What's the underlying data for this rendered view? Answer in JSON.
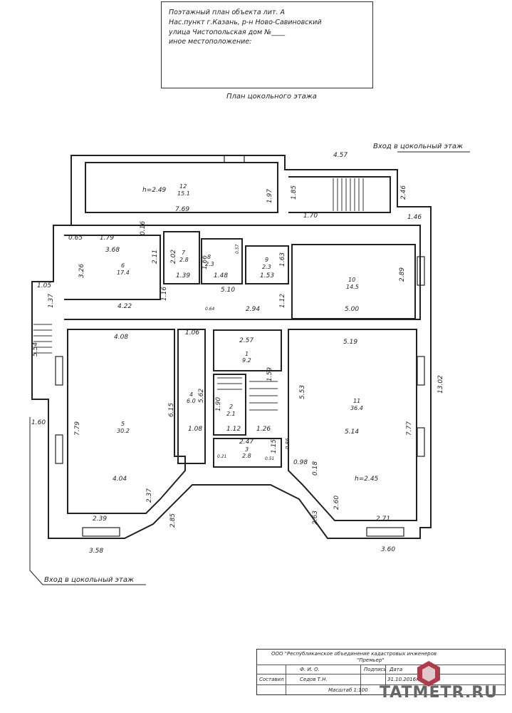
{
  "stamp": {
    "line1": "Поэтажный план объекта лит. А",
    "line2": "Нас.пункт г.Казань, р-н Ново-Савиновский",
    "line3": "улица Чистопольская       дом №____",
    "line4": "иное местоположение:"
  },
  "plan_title": "План цокольного этажа",
  "entrance_top": "Вход в цокольный этаж",
  "entrance_bottom": "Вход в цокольный этаж",
  "heights": {
    "h_top": "h=2.49",
    "h_right": "h=2.45"
  },
  "rooms": {
    "r12": {
      "num": "12",
      "area": "15.1"
    },
    "r6": {
      "num": "6",
      "area": "17.4"
    },
    "r7": {
      "num": "7",
      "area": "2.8"
    },
    "r8": {
      "num": "8",
      "area": "2.3"
    },
    "r9": {
      "num": "9",
      "area": "2.3"
    },
    "r10": {
      "num": "10",
      "area": "14.5"
    },
    "r1": {
      "num": "1",
      "area": "9.2"
    },
    "r2": {
      "num": "2",
      "area": "2.1"
    },
    "r3": {
      "num": "3",
      "area": "2.8"
    },
    "r4": {
      "num": "4",
      "area": "6.0"
    },
    "r5": {
      "num": "5",
      "area": "30.2"
    },
    "r11": {
      "num": "11",
      "area": "36.4"
    }
  },
  "dims": {
    "d457": "4.57",
    "d197": "1.97",
    "d185": "1.85",
    "d246": "2.46",
    "d769": "7.69",
    "d170": "1.70",
    "d146": "1.46",
    "d065": "0.65",
    "d179": "1.79",
    "d016": "0.16",
    "d368": "3.68",
    "d211": "2.11",
    "d202": "2.02",
    "d166": "1.66",
    "d057": "0.57",
    "d163": "1.63",
    "d326": "3.26",
    "d139": "1.39",
    "d148": "1.48",
    "d153": "1.53",
    "d289": "2.89",
    "d105": "1.05",
    "d137": "1.37",
    "d510": "5.10",
    "d116": "1.16",
    "d422": "4.22",
    "d294": "2.94",
    "d112a": "1.12",
    "d500": "5.00",
    "d106": "1.06",
    "d257": "2.57",
    "d408": "4.08",
    "d519": "5.19",
    "d554": "5.54",
    "d159": "1.59",
    "d1302": "13.02",
    "d562": "5.62",
    "d553": "5.53",
    "d190": "1.90",
    "d779": "7.79",
    "d615": "6.15",
    "d777": "7.77",
    "d160": "1.60",
    "d108": "1.08",
    "d112b": "1.12",
    "d126": "1.26",
    "d514": "5.14",
    "d247": "2.47",
    "d115": "1.15",
    "d086": "0.86",
    "d098": "0.98",
    "d018": "0.18",
    "d404": "4.04",
    "d237": "2.37",
    "d260": "2.60",
    "d285": "2.85",
    "d263": "2.63",
    "d239": "2.39",
    "d271": "2.71",
    "d358": "3.58",
    "d360": "3.60",
    "d021": "0.21",
    "d051": "0.51",
    "d064": "0.64"
  },
  "table": {
    "org": "ООО \"Республиканское объединение кадастровых инженеров",
    "org2": "\"Премьер\"",
    "col_fio": "Ф. И. О.",
    "col_sign": "Подпись",
    "col_date": "Дата",
    "role": "Составил",
    "name": "Седов Т.Н.",
    "date": "31.10.2016г.",
    "scale": "Масштаб 1:100"
  },
  "watermark": "TATMETR.RU"
}
